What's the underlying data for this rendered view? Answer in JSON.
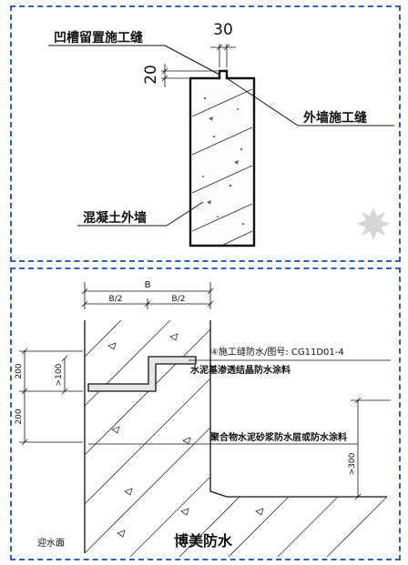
{
  "top": {
    "dim_width": "30",
    "dim_depth": "20",
    "label_groove": "凹槽留置施工缝",
    "label_outer_joint": "外墙施工缝",
    "label_concrete_wall": "混凝土外墙"
  },
  "bottom": {
    "dim_total": "B",
    "dim_half_left": "B/2",
    "dim_half_right": "B/2",
    "dim_200_top": "200",
    "dim_200_bottom": "200",
    "dim_gt100": ">100",
    "dim_gt300": ">300",
    "label_reference": "④施工缝防水/图号: CG11D01-4",
    "label_crystalline": "水泥基渗透结晶防水涂料",
    "label_polymer": "聚合物水泥砂浆防水层或防水涂料",
    "label_water_face": "迎水面",
    "label_brand": "博美防水"
  },
  "colors": {
    "panel_border": "#2f62b8",
    "line": "#111111"
  }
}
